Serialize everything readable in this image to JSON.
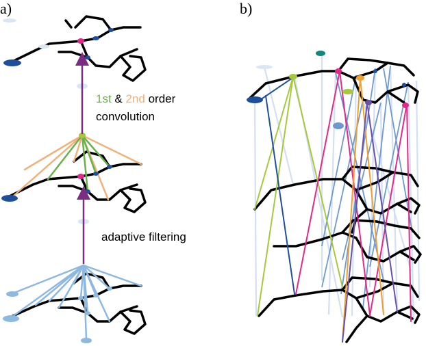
{
  "panels": {
    "a": {
      "label": "a)"
    },
    "b": {
      "label": "b)"
    }
  },
  "annotations": {
    "conv_first": "1st",
    "conv_amp": " & ",
    "conv_second": "2nd",
    "conv_order": " order",
    "conv_line2": "convolution",
    "adaptive": "adaptive filtering"
  },
  "colors": {
    "first_order": "#6ab04c",
    "second_order": "#f0b27a",
    "arrow": "#7b2c83",
    "filter": "#8db8e0",
    "bond": "#000000",
    "node_light": "#dbe6f5",
    "node_dark": "#1f4e9a",
    "node_pink": "#e0298a",
    "node_green": "#a6c83c",
    "node_teal": "#13877e"
  }
}
